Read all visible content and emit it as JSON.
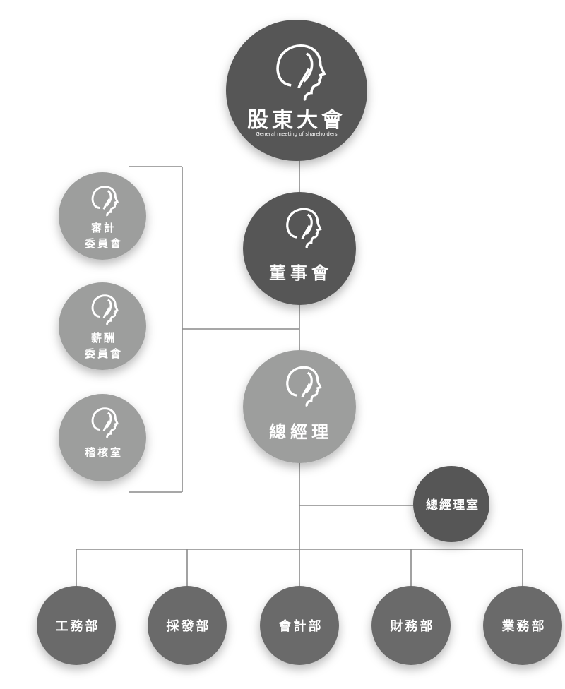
{
  "colors": {
    "background": "#ffffff",
    "line": "#8a8a8a",
    "dark": "#565656",
    "mid": "#6b6b6b",
    "light": "#9d9e9d"
  },
  "icon": "head-profile-icon",
  "nodes": {
    "shareholders": {
      "label": "股東大會",
      "sublabel": "General meeting of shareholders"
    },
    "board": {
      "label": "董事會"
    },
    "audit": {
      "label_line1": "審計",
      "label_line2": "委員會"
    },
    "remuneration": {
      "label_line1": "薪酬",
      "label_line2": "委員會"
    },
    "internal_audit": {
      "label": "稽核室"
    },
    "gm": {
      "label": "總經理"
    },
    "gm_office": {
      "label": "總經理室"
    },
    "departments": [
      {
        "label": "工務部"
      },
      {
        "label": "採發部"
      },
      {
        "label": "會計部"
      },
      {
        "label": "財務部"
      },
      {
        "label": "業務部"
      }
    ]
  }
}
